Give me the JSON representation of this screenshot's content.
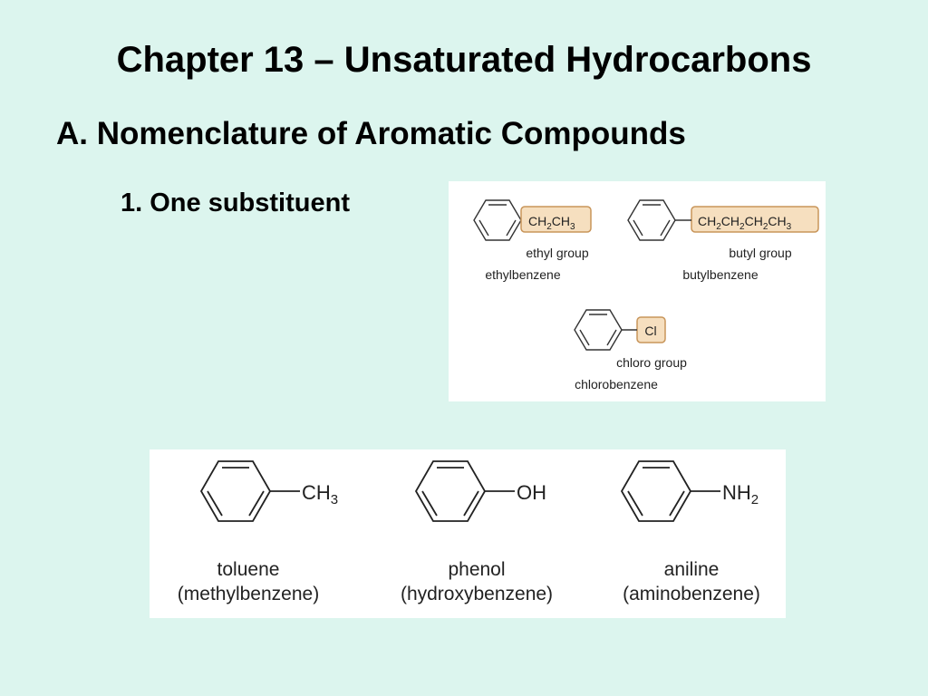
{
  "slide": {
    "title": "Chapter 13 – Unsaturated Hydrocarbons",
    "section": "A.  Nomenclature of Aromatic Compounds",
    "subheading": "1.  One substituent"
  },
  "figure_top": {
    "ethyl": {
      "formula_parts": [
        "CH",
        "2",
        "CH",
        "3"
      ],
      "group_label": "ethyl group",
      "compound": "ethylbenzene"
    },
    "butyl": {
      "formula_parts": [
        "CH",
        "2",
        "CH",
        "2",
        "CH",
        "2",
        "CH",
        "3"
      ],
      "group_label": "butyl group",
      "compound": "butylbenzene"
    },
    "chloro": {
      "formula": "Cl",
      "group_label": "chloro group",
      "compound": "chlorobenzene"
    }
  },
  "figure_bottom": {
    "toluene": {
      "formula_parts": [
        "CH",
        "3"
      ],
      "name": "toluene",
      "alt_name": "(methylbenzene)"
    },
    "phenol": {
      "formula": "OH",
      "name": "phenol",
      "alt_name": "(hydroxybenzene)"
    },
    "aniline": {
      "formula_parts": [
        "NH",
        "2"
      ],
      "name": "aniline",
      "alt_name": "(aminobenzene)"
    }
  },
  "colors": {
    "background": "#dcf5ee",
    "substituent_box_fill": "#f6dfbf",
    "substituent_box_border": "#c8955a"
  }
}
